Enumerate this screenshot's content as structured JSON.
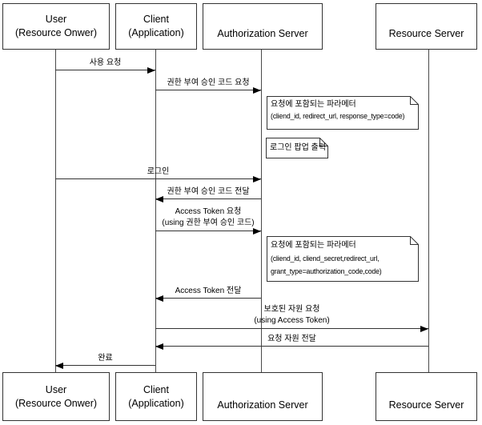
{
  "diagram": {
    "type": "sequence-diagram",
    "participants": [
      {
        "id": "user",
        "line1": "User",
        "line2": "(Resource Onwer)"
      },
      {
        "id": "client",
        "line1": "Client",
        "line2": "(Application)"
      },
      {
        "id": "authorization-server",
        "line1": "Authorization Server"
      },
      {
        "id": "resource-server",
        "line1": "Resource Server"
      }
    ],
    "messages": [
      {
        "label": "사용 요청",
        "from": "User (Resource Onwer)",
        "to": "Client (Application)"
      },
      {
        "label": "권한 부여 승인 코드 요청",
        "from": "Client (Application)",
        "to": "Authorization Server"
      },
      {
        "label": "로그인",
        "from": "User (Resource Onwer)",
        "to": "Authorization Server"
      },
      {
        "label": "권한 부여 승인 코드 전달",
        "from": "Authorization Server",
        "to": "Client (Application)"
      },
      {
        "label": "Access Token 요청",
        "sublabel": "(using 권한 부여 승인 코드)",
        "from": "Client (Application)",
        "to": "Authorization Server"
      },
      {
        "label": "Access Token 전달",
        "from": "Authorization Server",
        "to": "Client (Application)"
      },
      {
        "label": "보호된 자원 요청",
        "sublabel": "(using Access Token)",
        "from": "Client (Application)",
        "to": "Resource Server"
      },
      {
        "label": "요청 자원 전달",
        "from": "Resource Server",
        "to": "Client (Application)"
      },
      {
        "label": "완료",
        "from": "Client (Application)",
        "to": "User (Resource Onwer)"
      }
    ],
    "notes": [
      {
        "line1": "요청에 포함되는 파라메터",
        "line2": "(cliend_id, redirect_url, response_type=code)"
      },
      {
        "line1": "로그인 팝업 출력"
      },
      {
        "line1": "요청에 포함되는 파라메터",
        "line2": "(cliend_id, cliend_secret,redirect_url,",
        "line3": "grant_type=authorization_code,code)"
      }
    ],
    "colors": {
      "line": "#333333",
      "arrow": "#000000",
      "background": "#ffffff",
      "text": "#000000"
    }
  }
}
